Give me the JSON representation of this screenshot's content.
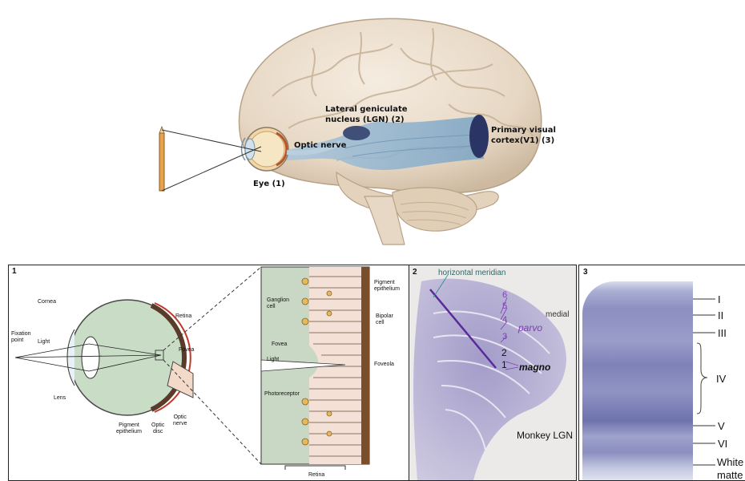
{
  "top": {
    "lgn_label_1": "Lateral geniculate",
    "lgn_label_2": "nucleus (LGN) (2)",
    "optic_nerve": "Optic nerve",
    "v1_label_1": "Primary visual",
    "v1_label_2": "cortex(V1) (3)",
    "eye_label": "Eye (1)"
  },
  "panel1": {
    "number": "1",
    "cornea": "Cornea",
    "fixation_1": "Fixation",
    "fixation_2": "point",
    "light": "Light",
    "lens": "Lens",
    "retina": "Retina",
    "fovea": "Fovea",
    "pigment_1": "Pigment",
    "pigment_2": "epithelium",
    "optic_disc_1": "Optic",
    "optic_disc_2": "disc",
    "optic_nerve_1": "Optic",
    "optic_nerve_2": "nerve",
    "zoom_ganglion_1": "Ganglion",
    "zoom_ganglion_2": "cell",
    "zoom_fovea": "Fovea",
    "zoom_light": "Light",
    "zoom_photoreceptor": "Photoreceptor",
    "zoom_pigment_1": "Pigment",
    "zoom_pigment_2": "epithelium",
    "zoom_bipolar_1": "Bipolar",
    "zoom_bipolar_2": "cell",
    "zoom_foveola": "Foveola",
    "zoom_retina": "Retina"
  },
  "panel2": {
    "number": "2",
    "horizontal_meridian": "horizontal meridian",
    "layer_6": "6",
    "layer_5": "5",
    "layer_4": "4",
    "layer_3": "3",
    "parvo": "parvo",
    "layer_2": "2",
    "layer_1": "1",
    "magno": "magno",
    "medial": "medial",
    "monkey_lgn": "Monkey LGN"
  },
  "panel3": {
    "number": "3",
    "layers": [
      "I",
      "II",
      "III",
      "IV",
      "V",
      "VI"
    ],
    "white_1": "White",
    "white_2": "matte"
  },
  "colors": {
    "brain": "#e9dccb",
    "pathway": "#8fb3cf",
    "lgn": "#3f4f78",
    "v1": "#2a3566",
    "stain": "#8e86bd",
    "parvo": "#7b3fb0",
    "meridian": "#5a2a9a"
  }
}
